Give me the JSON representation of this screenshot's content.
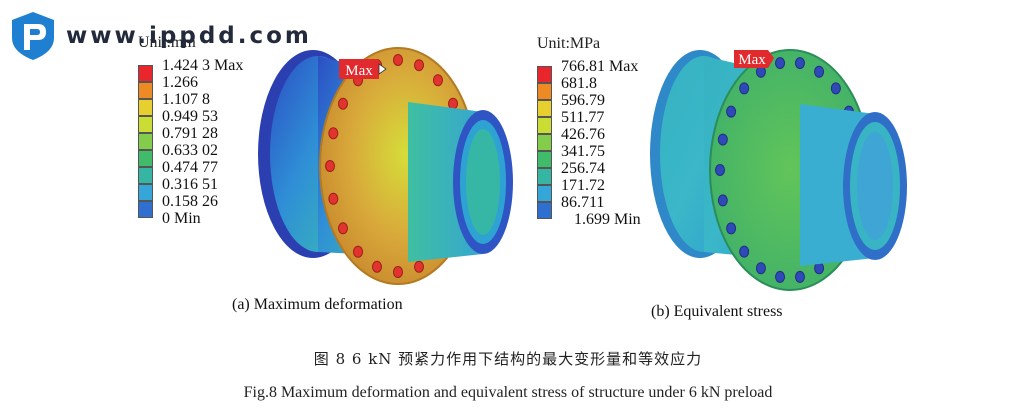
{
  "watermark": {
    "text": "www.ippdd.com",
    "logo_icon": "ippdd-logo-icon"
  },
  "panel_a": {
    "unit_title": "Unit:mm",
    "legend": [
      {
        "label": "1.424 3 Max",
        "color": "#e8262c"
      },
      {
        "label": "1.266",
        "color": "#ee8a24"
      },
      {
        "label": "1.107 8",
        "color": "#e6cf2e"
      },
      {
        "label": "0.949 53",
        "color": "#c9dd35"
      },
      {
        "label": "0.791 28",
        "color": "#84cc4b"
      },
      {
        "label": "0.633 02",
        "color": "#3fbb69"
      },
      {
        "label": "0.474 77",
        "color": "#35b6a2"
      },
      {
        "label": "0.316 51",
        "color": "#34a6d8"
      },
      {
        "label": "0.158 26",
        "color": "#2f6fd0"
      },
      {
        "label": "0 Min",
        "color": "#2b3aa8"
      }
    ],
    "max_marker": "Max",
    "caption": "(a) Maximum deformation"
  },
  "panel_b": {
    "unit_title": "Unit:MPa",
    "legend": [
      {
        "label": "766.81 Max",
        "color": "#e8262c"
      },
      {
        "label": "681.8",
        "color": "#ee8a24"
      },
      {
        "label": "596.79",
        "color": "#e6cf2e"
      },
      {
        "label": "511.77",
        "color": "#c9dd35"
      },
      {
        "label": "426.76",
        "color": "#84cc4b"
      },
      {
        "label": "341.75",
        "color": "#3fbb69"
      },
      {
        "label": "256.74",
        "color": "#35b6a2"
      },
      {
        "label": "171.72",
        "color": "#34a6d8"
      },
      {
        "label": "86.711",
        "color": "#2f6fd0"
      },
      {
        "label": "1.699 Min",
        "color": "#2b3aa8"
      }
    ],
    "max_marker": "Max",
    "caption": "(b) Equivalent stress"
  },
  "figure": {
    "caption_zh": "图 8   6 kN 预紧力作用下结构的最大变形量和等效应力",
    "caption_en": "Fig.8    Maximum deformation and equivalent stress of structure under 6 kN preload"
  }
}
